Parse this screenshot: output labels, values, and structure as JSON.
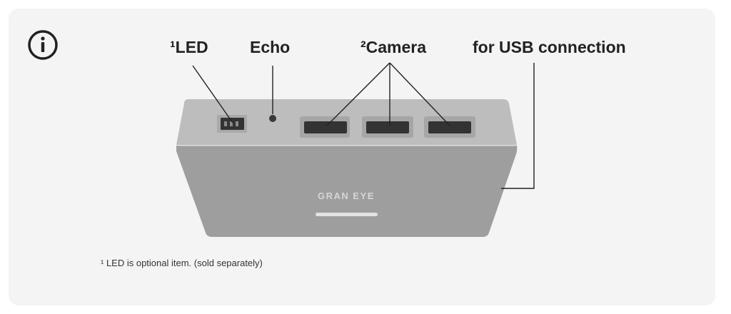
{
  "labels": {
    "led": "¹LED",
    "echo": "Echo",
    "camera": "²Camera",
    "usb": "for USB connection"
  },
  "brand": "GRAN EYE",
  "footnote": "¹ LED is optional item. (sold separately)",
  "icons": {
    "info": "info-circle-icon"
  },
  "colors": {
    "background": "#f4f4f4",
    "device_top": "#bcbcbc",
    "device_front": "#9d9d9d",
    "port": "#3a3a3a",
    "text": "#222222"
  }
}
